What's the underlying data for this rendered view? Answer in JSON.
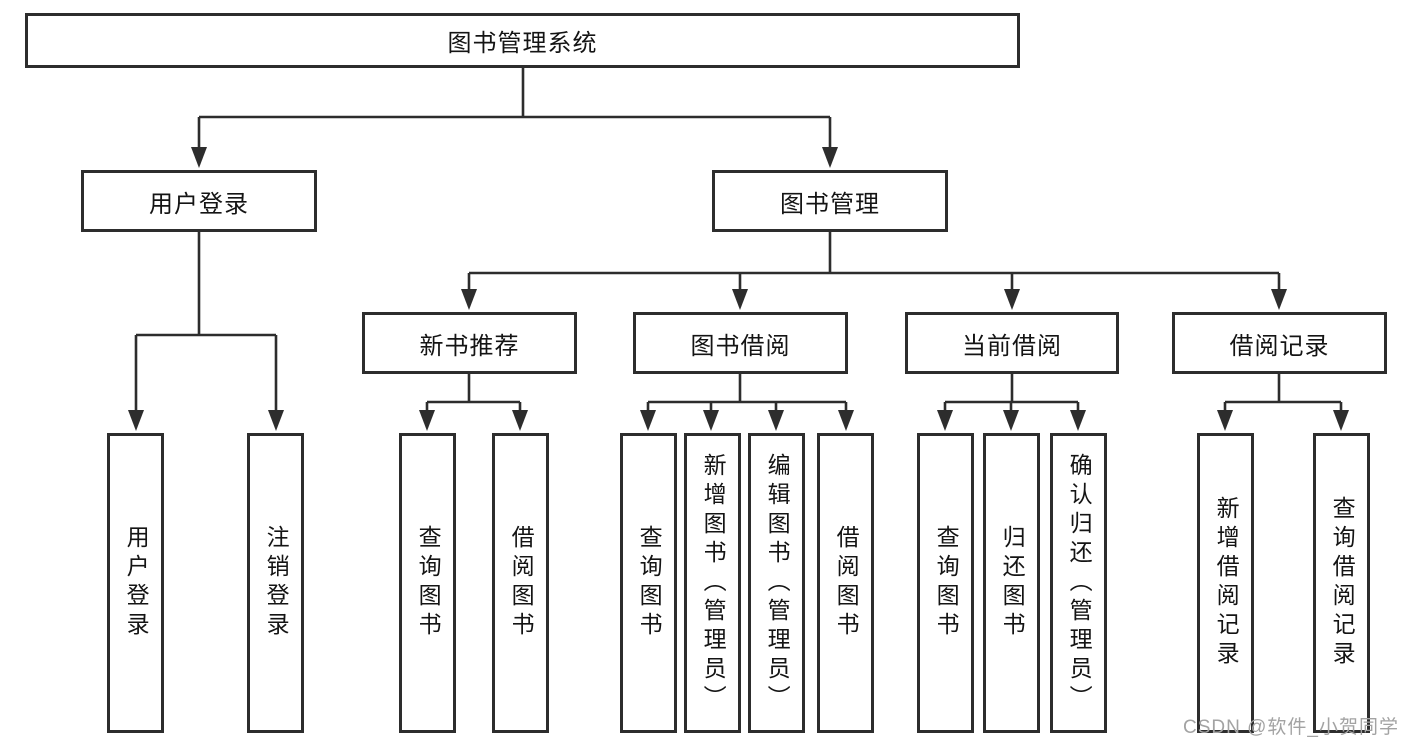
{
  "diagram": {
    "root": {
      "label": "图书管理系统"
    },
    "level2": [
      {
        "label": "用户登录"
      },
      {
        "label": "图书管理"
      }
    ],
    "level3": [
      {
        "label": "新书推荐"
      },
      {
        "label": "图书借阅"
      },
      {
        "label": "当前借阅"
      },
      {
        "label": "借阅记录"
      }
    ],
    "leaves": [
      {
        "label": "用户登录"
      },
      {
        "label": "注销登录"
      },
      {
        "label": "查询图书"
      },
      {
        "label": "借阅图书"
      },
      {
        "label": "查询图书"
      },
      {
        "label": "新增图书（管理员）"
      },
      {
        "label": "编辑图书（管理员）"
      },
      {
        "label": "借阅图书"
      },
      {
        "label": "查询图书"
      },
      {
        "label": "归还图书"
      },
      {
        "label": "确认归还（管理员）"
      },
      {
        "label": "新增借阅记录"
      },
      {
        "label": "查询借阅记录"
      }
    ]
  },
  "watermark": {
    "text": "CSDN @软件_小贺同学"
  },
  "colors": {
    "line": "#2d2d2d",
    "box_border": "#2d2d2d",
    "text": "#141414",
    "watermark": "#a3a3a3",
    "background": "#ffffff"
  }
}
